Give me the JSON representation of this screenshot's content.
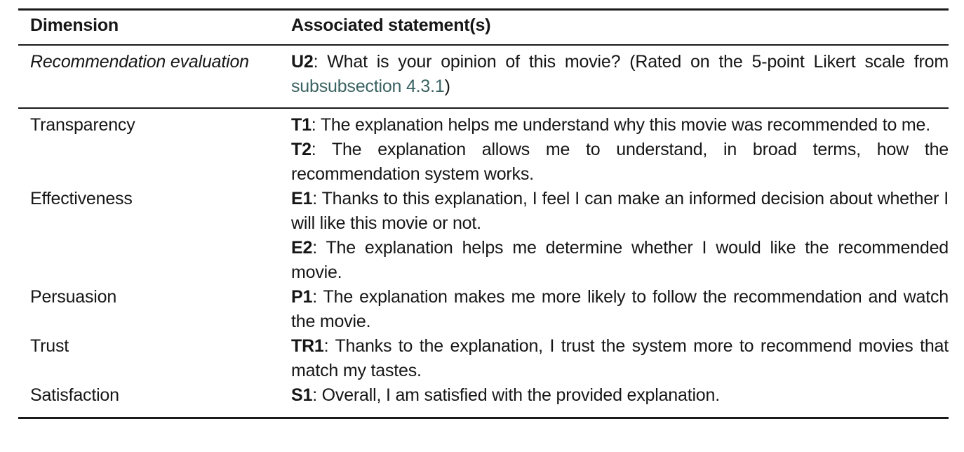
{
  "colors": {
    "text": "#161616",
    "rule": "#1a1a1a",
    "link": "#3a6262",
    "background": "#ffffff"
  },
  "table": {
    "header": {
      "col1": "Dimension",
      "col2": "Associated statement(s)"
    },
    "row_recommendation": {
      "dimension": "Recommendation evaluation",
      "statement": {
        "id": "U2",
        "before_link": ": What is your opinion of this movie? (Rated on the 5-point Likert scale from ",
        "link_text": "subsubsection 4.3.1",
        "after_link": ")"
      }
    },
    "groups": [
      {
        "dimension": "Transparency",
        "statements": [
          {
            "id": "T1",
            "text": ": The explanation helps me understand why this movie was recommended to me."
          },
          {
            "id": "T2",
            "text": ": The explanation allows me to understand, in broad terms, how the recommendation system works."
          }
        ]
      },
      {
        "dimension": "Effectiveness",
        "statements": [
          {
            "id": "E1",
            "text": ": Thanks to this explanation, I feel I can make an informed decision about whether I will like this movie or not."
          },
          {
            "id": "E2",
            "text": ": The explanation helps me determine whether I would like the recommended movie."
          }
        ]
      },
      {
        "dimension": "Persuasion",
        "statements": [
          {
            "id": "P1",
            "text": ": The explanation makes me more likely to follow the recommendation and watch the movie."
          }
        ]
      },
      {
        "dimension": "Trust",
        "statements": [
          {
            "id": "TR1",
            "text": ": Thanks to the explanation, I trust the system more to recommend movies that match my tastes."
          }
        ]
      },
      {
        "dimension": "Satisfaction",
        "statements": [
          {
            "id": "S1",
            "text": ": Overall, I am satisfied with the provided explanation."
          }
        ]
      }
    ]
  }
}
